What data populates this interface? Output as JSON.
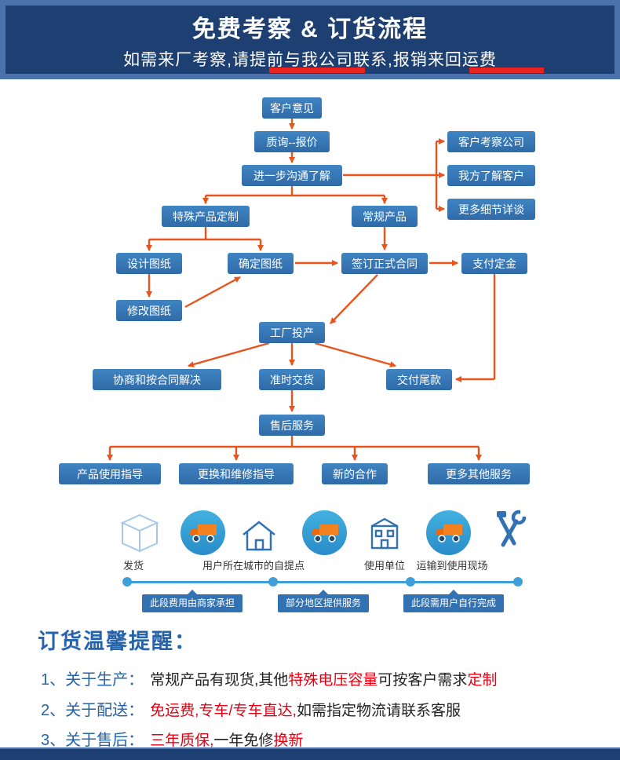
{
  "header": {
    "title": "免费考察 & 订货流程",
    "subtitle": "如需来厂考察,请提前与我公司联系,报销来回运费"
  },
  "flowchart": {
    "nodes": [
      {
        "label": "客户意见"
      },
      {
        "label": "质询--报价"
      },
      {
        "label": "进一步沟通了解"
      },
      {
        "label": "客户考察公司"
      },
      {
        "label": "我方了解客户"
      },
      {
        "label": "更多细节详谈"
      },
      {
        "label": "特殊产品定制"
      },
      {
        "label": "常规产品"
      },
      {
        "label": "设计图纸"
      },
      {
        "label": "确定图纸"
      },
      {
        "label": "签订正式合同"
      },
      {
        "label": "支付定金"
      },
      {
        "label": "修改图纸"
      },
      {
        "label": "工厂投产"
      },
      {
        "label": "协商和按合同解决"
      },
      {
        "label": "准时交货"
      },
      {
        "label": "交付尾款"
      },
      {
        "label": "售后服务"
      },
      {
        "label": "产品使用指导"
      },
      {
        "label": "更换和维修指导"
      },
      {
        "label": "新的合作"
      },
      {
        "label": "更多其他服务"
      }
    ],
    "edges": [
      [
        0,
        1
      ],
      [
        1,
        2
      ],
      [
        2,
        3
      ],
      [
        2,
        4
      ],
      [
        2,
        5
      ],
      [
        2,
        6
      ],
      [
        2,
        7
      ],
      [
        6,
        8
      ],
      [
        6,
        9
      ],
      [
        8,
        12
      ],
      [
        12,
        9
      ],
      [
        9,
        10
      ],
      [
        7,
        10
      ],
      [
        10,
        11
      ],
      [
        10,
        13
      ],
      [
        11,
        16
      ],
      [
        13,
        14
      ],
      [
        13,
        15
      ],
      [
        13,
        16
      ],
      [
        15,
        17
      ],
      [
        17,
        18
      ],
      [
        17,
        19
      ],
      [
        17,
        20
      ],
      [
        17,
        21
      ]
    ]
  },
  "logistics": {
    "stages": [
      "发货",
      "用户所在城市的自提点",
      "使用单位",
      "运输到使用现场"
    ],
    "segments": [
      "此段费用由商家承担",
      "部分地区提供服务",
      "此段需用户自行完成"
    ]
  },
  "reminder": {
    "title": "订货温馨提醒：",
    "items": [
      {
        "num": "1、",
        "head": "关于生产：",
        "segments": [
          {
            "text": "常规产品有现货,其他"
          },
          {
            "text": "特殊电压容量"
          },
          {
            "text": "可按客户需求"
          },
          {
            "text": "定制"
          }
        ]
      },
      {
        "num": "2、",
        "head": "关于配送：",
        "segments": [
          {
            "text": "免运费,专车/专车直达,"
          },
          {
            "text": "如需指定物流请联系客服"
          }
        ]
      },
      {
        "num": "3、",
        "head": "关于售后：",
        "segments": [
          {
            "text": "三年质保,"
          },
          {
            "text": "一年免修"
          },
          {
            "text": "换新"
          }
        ]
      }
    ]
  },
  "colors": {
    "header_navy": "#1e3f72",
    "header_border": "#4b73ab",
    "node_blue": "#3372b2",
    "arrow_orange": "#e8541c",
    "highlight_red": "#e60012",
    "timeline_blue": "#3f9fd8"
  }
}
